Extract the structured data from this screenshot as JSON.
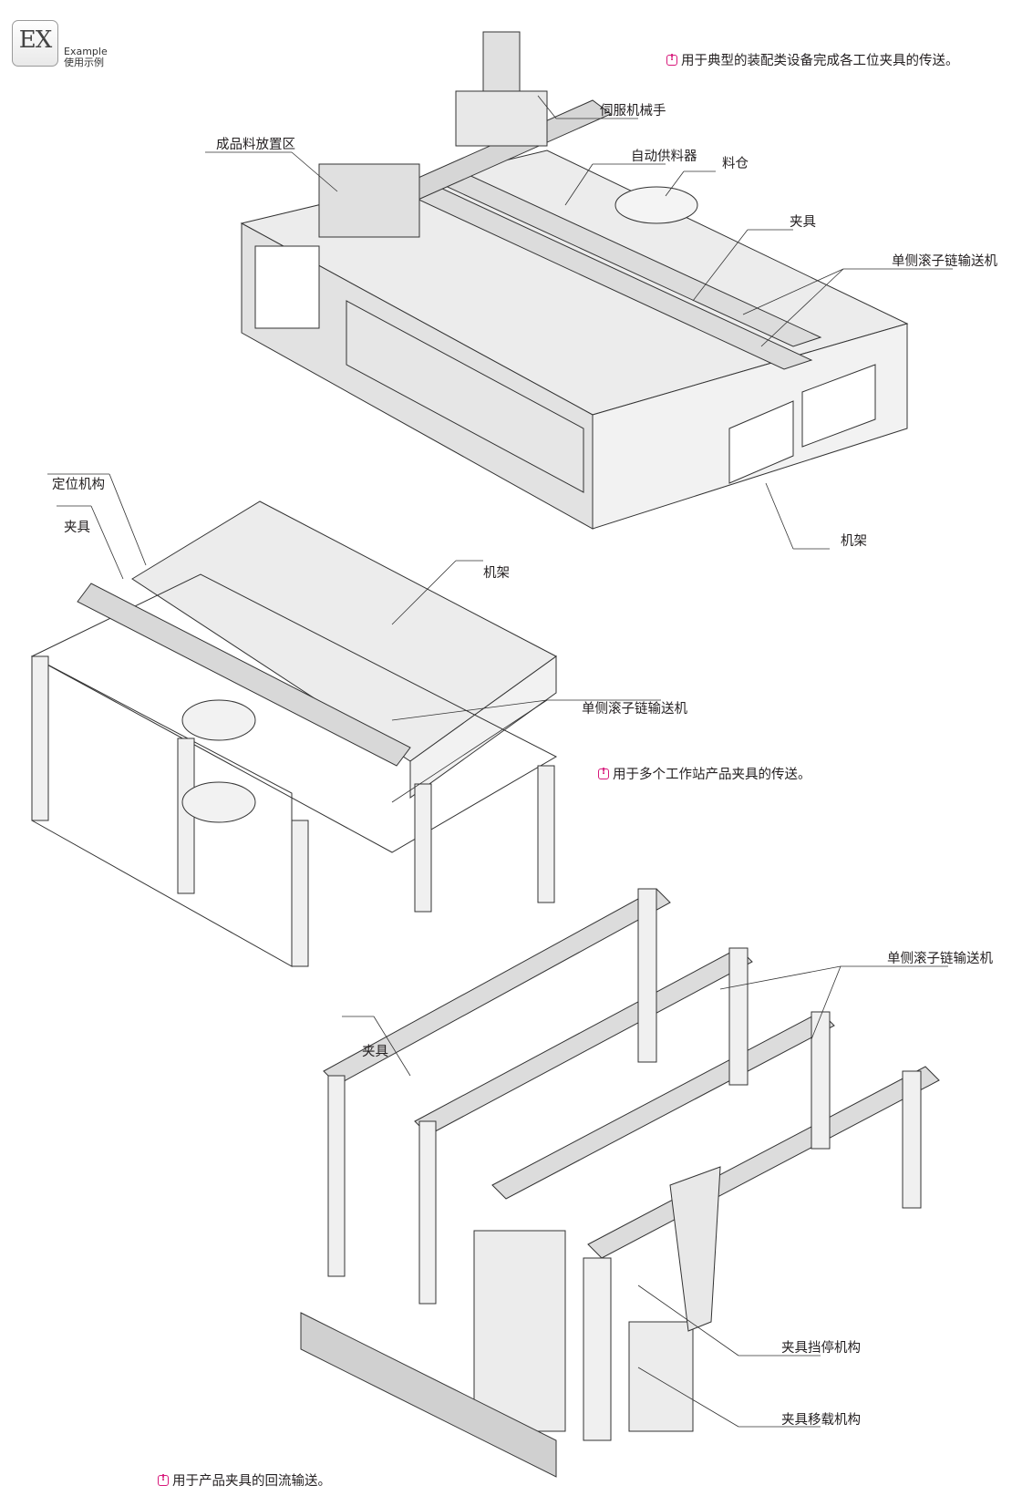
{
  "header": {
    "badge_text": "EX",
    "badge_label_en": "Example",
    "badge_label_cn": "使用示例"
  },
  "examples": [
    {
      "note": "用于典型的装配类设备完成各工位夹具的传送。",
      "callouts": [
        "伺服机械手",
        "成品料放置区",
        "自动供料器",
        "料仓",
        "夹具",
        "单侧滚子链输送机",
        "机架"
      ]
    },
    {
      "note": "用于多个工作站产品夹具的传送。",
      "callouts": [
        "定位机构",
        "夹具",
        "机架",
        "单侧滚子链输送机"
      ]
    },
    {
      "note": "用于产品夹具的回流输送。",
      "callouts": [
        "单侧滚子链输送机",
        "夹具",
        "夹具挡停机构",
        "夹具移载机构"
      ]
    }
  ],
  "icons": {
    "note_icon": "exclamation-box-icon",
    "note_icon_color": "#d7187a"
  }
}
